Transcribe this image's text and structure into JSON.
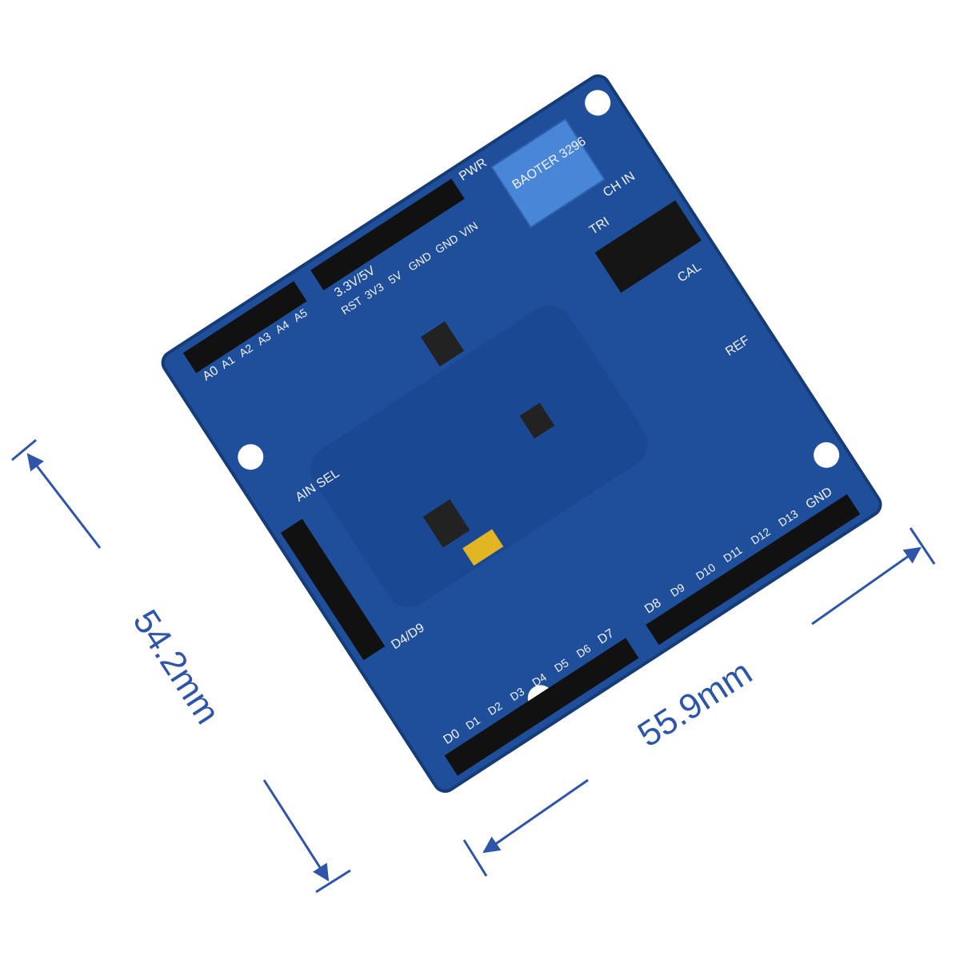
{
  "dimensions": {
    "height_label": "54.2mm",
    "width_label": "55.9mm",
    "color": "#2f55a8"
  },
  "board": {
    "color": "#1f4f9a",
    "potentiometer_color": "#4a86d8",
    "silkscreen": {
      "pwr": "PWR",
      "power_select": "3.3V/5V",
      "power_pins": [
        "RST",
        "3V3",
        "5V",
        "GND",
        "GND",
        "VIN"
      ],
      "analog_pins": [
        "A0",
        "A1",
        "A2",
        "A3",
        "A4",
        "A5"
      ],
      "ain_sel": "AIN SEL",
      "d4_d9": "D4/D9",
      "cal": "CAL",
      "ref": "REF",
      "trim": "TRI",
      "ch_in": "CH IN",
      "digital_pins_low": [
        "D0",
        "D1",
        "D2",
        "D3",
        "D4",
        "D5",
        "D6",
        "D7"
      ],
      "digital_pins_high": [
        "D8",
        "D9",
        "D10",
        "D11",
        "D12",
        "D13",
        "GND"
      ],
      "pot_text": "BAOTER 3296"
    }
  }
}
